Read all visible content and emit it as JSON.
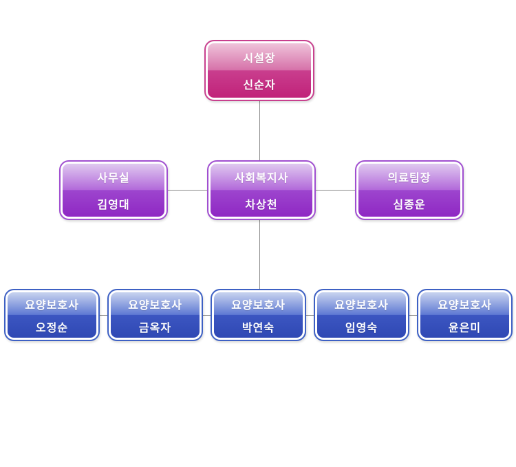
{
  "org_chart": {
    "type": "organization-chart",
    "background_color": "#ffffff",
    "connector_color": "#888888",
    "levels": {
      "root_color": "#c12279",
      "middle_color": "#8f28c3",
      "bottom_color": "#2f48b4"
    },
    "root": {
      "title": "시설장",
      "name": "신순자"
    },
    "middle": [
      {
        "title": "사무실",
        "name": "김영대"
      },
      {
        "title": "사회복지사",
        "name": "차상천"
      },
      {
        "title": "의료팀장",
        "name": "심종운"
      }
    ],
    "bottom": [
      {
        "title": "요양보호사",
        "name": "오정순"
      },
      {
        "title": "요양보호사",
        "name": "금옥자"
      },
      {
        "title": "요양보호사",
        "name": "박연숙"
      },
      {
        "title": "요양보호사",
        "name": "임영숙"
      },
      {
        "title": "요양보호사",
        "name": "윤은미"
      }
    ]
  }
}
